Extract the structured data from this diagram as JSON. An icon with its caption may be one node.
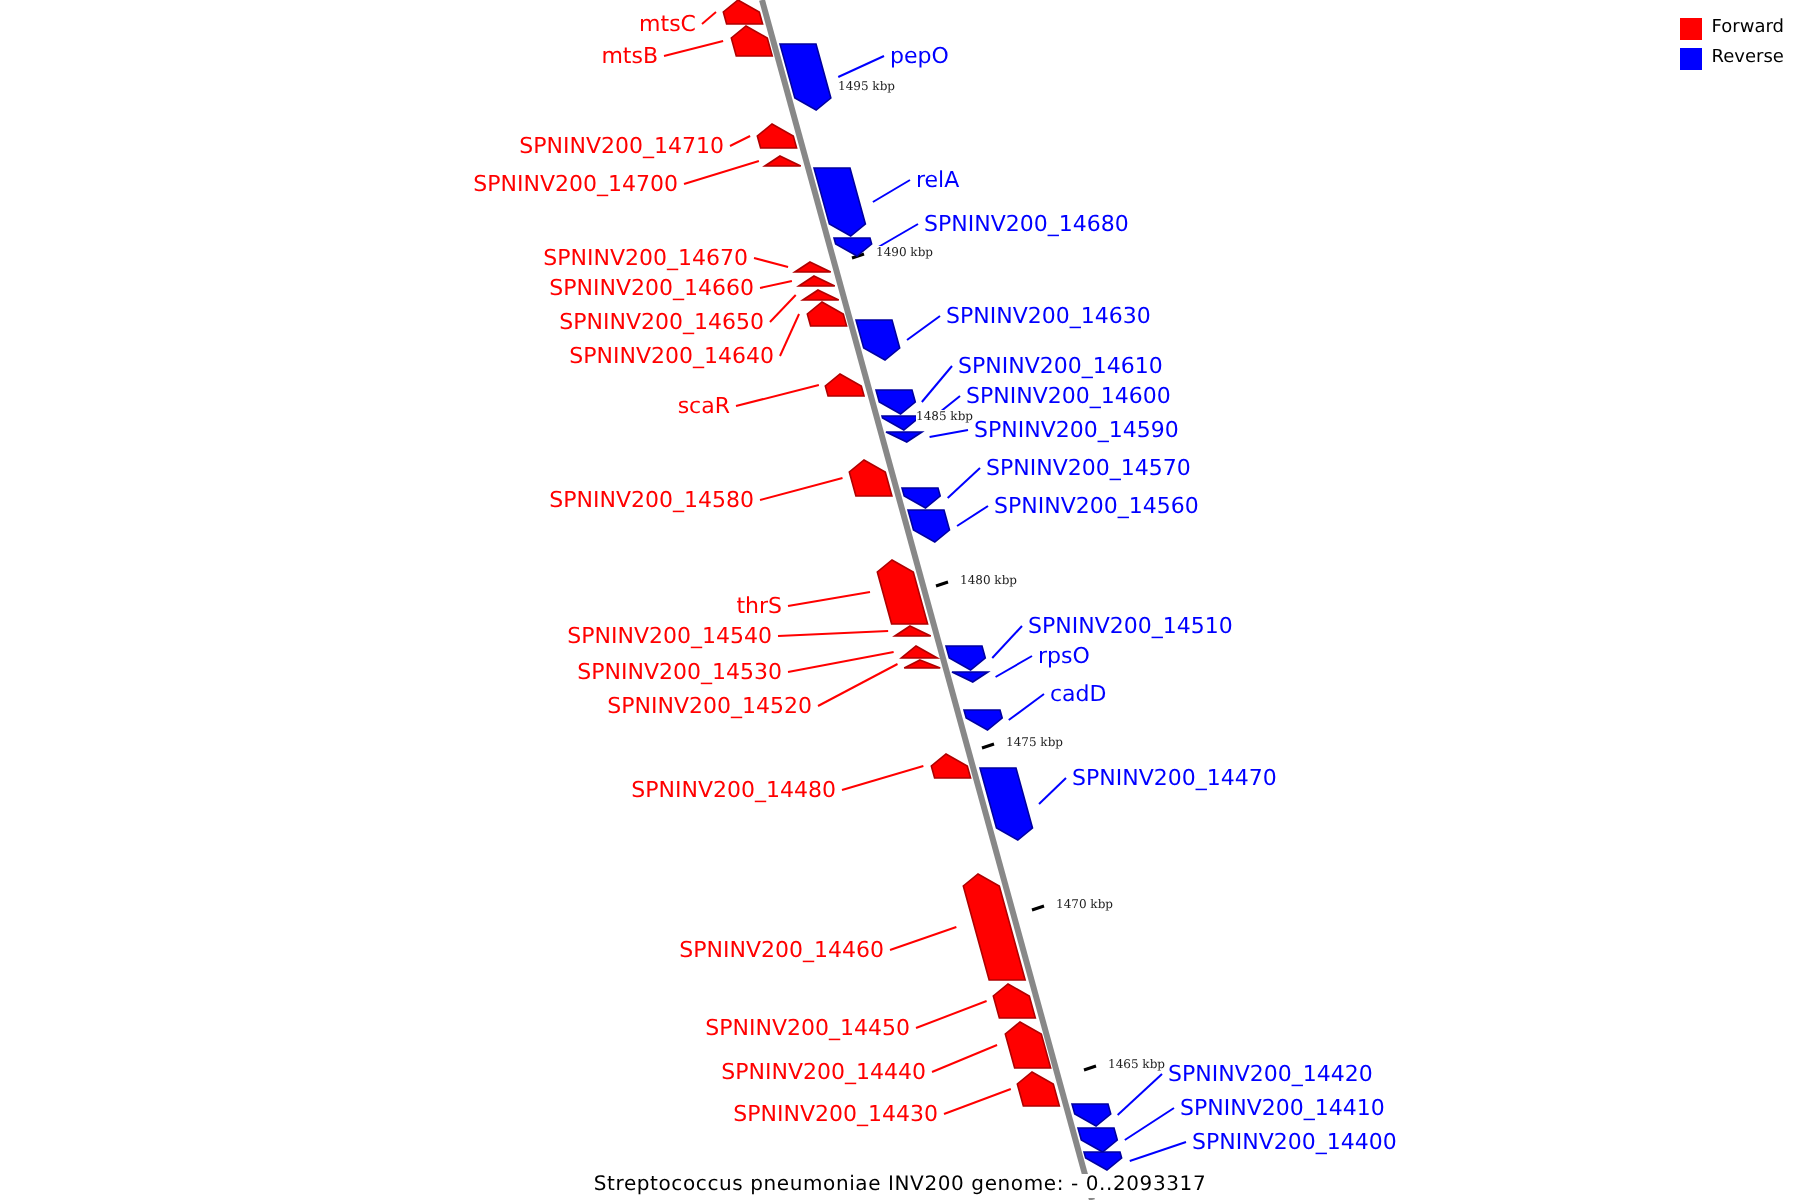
{
  "diagram": {
    "caption": "Streptococcus pneumoniae INV200 genome: - 0..2093317",
    "nodes": [
      {
        "text": [
          "mtsC"
        ]
      },
      {
        "text": [],
        "shape": "bar"
      },
      {
        "text": [
          "mtsB"
        ]
      },
      {
        "text": [],
        "shape": "bar"
      },
      {
        "text": [
          "pepO"
        ]
      },
      {
        "text": [],
        "shape": "bar"
      },
      {
        "text": [
          "SPNINV200_14710"
        ]
      },
      {
        "text": [],
        "shape": "bar"
      },
      {
        "text": [
          "SPNINV200_14700"
        ]
      },
      {
        "text": [],
        "shape": "bar"
      },
      {
        "text": [
          "relA"
        ]
      },
      {
        "text": [],
        "shape": "bar"
      },
      {
        "text": [
          "SPNINV200_14680"
        ]
      },
      {
        "text": [],
        "shape": "bar"
      },
      {
        "text": [
          "SPNINV200_14670"
        ]
      },
      {
        "text": [],
        "shape": "bar"
      },
      {
        "text": [
          "SPNINV200_14660"
        ]
      },
      {
        "text": [],
        "shape": "bar"
      },
      {
        "text": [
          "SPNINV200_14630"
        ]
      },
      {
        "text": [],
        "shape": "bar"
      },
      {
        "text": [
          "SPNINV200_14650"
        ]
      },
      {
        "text": [],
        "shape": "bar"
      },
      {
        "text": [
          "SPNINV200_14640"
        ]
      },
      {
        "text": [],
        "shape": "bar"
      },
      {
        "text": [
          "SPNINV200_14610"
        ]
      },
      {
        "text": [],
        "shape": "bar"
      },
      {
        "text": [
          "SPNINV200_14600"
        ]
      },
      {
        "text": [],
        "shape": "bar"
      },
      {
        "text": [
          "scaR"
        ]
      },
      {
        "text": [],
        "shape": "bar"
      },
      {
        "text": [
          "SPNINV200_14590"
        ]
      },
      {
        "text": [],
        "shape": "bar"
      },
      {
        "text": [
          "SPNINV200_14570"
        ]
      },
      {
        "text": [],
        "shape": "bar"
      },
      {
        "text": [
          "SPNINV200_14580"
        ]
      },
      {
        "text": [],
        "shape": "bar"
      },
      {
        "text": [
          "SPNINV200_14560"
        ]
      },
      {
        "text": [],
        "shape": "bar"
      },
      {
        "text": [
          "thrS"
        ]
      },
      {
        "text": [],
        "shape": "bar"
      },
      {
        "text": [
          "SPNINV200_14510"
        ]
      },
      {
        "text": [],
        "shape": "bar"
      },
      {
        "text": [
          "SPNINV200_14540"
        ]
      },
      {
        "text": [],
        "shape": "bar"
      },
      {
        "text": [
          "rpsO"
        ]
      },
      {
        "text": [],
        "shape": "bar"
      },
      {
        "text": [
          "SPNINV200_14530"
        ]
      },
      {
        "text": [],
        "shape": "bar"
      },
      {
        "text": [
          "cadD"
        ]
      },
      {
        "text": [],
        "shape": "bar"
      },
      {
        "text": [
          "SPNINV200_14520"
        ]
      },
      {
        "text": [],
        "shape": "bar"
      },
      {
        "text": [
          "SPNINV200_14470"
        ]
      },
      {
        "text": [],
        "shape": "bar"
      },
      {
        "text": [
          "SPNINV200_14480"
        ]
      },
      {
        "text": [],
        "shape": "bar"
      },
      {
        "text": [
          "SPNINV200_14460"
        ]
      },
      {
        "text": [],
        "shape": "bar"
      },
      {
        "text": [
          "SPNINV200_14450"
        ]
      },
      {
        "text": [],
        "shape": "bar"
      },
      {
        "text": [
          "SPNINV200_14440"
        ]
      },
      {
        "text": [],
        "shape": "bar"
      },
      {
        "text": [
          "SPNINV200_14420"
        ]
      },
      {
        "text": [],
        "shape": "bar"
      },
      {
        "text": [
          "SPNINV200_14410"
        ]
      },
      {
        "text": [],
        "shape": "bar"
      },
      {
        "text": [
          "SPNINV200_14430"
        ]
      },
      {
        "text": [],
        "shape": "bar"
      },
      {
        "text": [
          "SPNINV200_14400"
        ]
      },
      {
        "text": [],
        "shape": "bar"
      }
    ],
    "edges": [
      {
        "from": 0,
        "to": 1,
        "arrow": "none"
      },
      {
        "from": 2,
        "to": 3,
        "arrow": "none"
      },
      {
        "from": 4,
        "to": 5,
        "arrow": "none",
        "color": "#0000ff"
      },
      {
        "from": 6,
        "to": 7,
        "arrow": "none"
      },
      {
        "from": 8,
        "to": 9,
        "arrow": "none"
      },
      {
        "from": 10,
        "to": 11,
        "arrow": "none",
        "color": "#0000ff"
      },
      {
        "from": 12,
        "to": 13,
        "arrow": "none",
        "color": "#0000ff"
      },
      {
        "from": 14,
        "to": 15,
        "arrow": "none"
      },
      {
        "from": 16,
        "to": 17,
        "arrow": "none"
      },
      {
        "from": 18,
        "to": 19,
        "arrow": "none",
        "color": "#0000ff"
      },
      {
        "from": 20,
        "to": 21,
        "arrow": "none"
      },
      {
        "from": 22,
        "to": 23,
        "arrow": "none"
      },
      {
        "from": 24,
        "to": 25,
        "arrow": "none",
        "color": "#0000ff"
      },
      {
        "from": 26,
        "to": 27,
        "arrow": "none",
        "color": "#0000ff"
      },
      {
        "from": 28,
        "to": 29,
        "arrow": "none"
      },
      {
        "from": 30,
        "to": 31,
        "arrow": "none",
        "color": "#0000ff"
      },
      {
        "from": 32,
        "to": 33,
        "arrow": "none",
        "color": "#0000ff"
      },
      {
        "from": 34,
        "to": 35,
        "arrow": "none"
      },
      {
        "from": 36,
        "to": 37,
        "arrow": "none",
        "color": "#0000ff"
      },
      {
        "from": 38,
        "to": 39,
        "arrow": "none"
      },
      {
        "from": 40,
        "to": 41,
        "arrow": "none",
        "color": "#0000ff"
      },
      {
        "from": 42,
        "to": 43,
        "arrow": "none"
      },
      {
        "from": 44,
        "to": 45,
        "arrow": "none",
        "color": "#0000ff"
      },
      {
        "from": 46,
        "to": 47,
        "arrow": "none"
      },
      {
        "from": 48,
        "to": 49,
        "arrow": "none",
        "color": "#0000ff"
      },
      {
        "from": 50,
        "to": 51,
        "arrow": "none"
      },
      {
        "from": 52,
        "to": 53,
        "arrow": "none",
        "color": "#0000ff"
      },
      {
        "from": 54,
        "to": 55,
        "arrow": "none"
      },
      {
        "from": 56,
        "to": 57,
        "arrow": "none"
      },
      {
        "from": 58,
        "to": 59,
        "arrow": "none"
      },
      {
        "from": 60,
        "to": 61,
        "arrow": "none"
      },
      {
        "from": 62,
        "to": 63,
        "arrow": "none",
        "color": "#0000ff"
      },
      {
        "from": 64,
        "to": 65,
        "arrow": "none",
        "color": "#0000ff"
      },
      {
        "from": 66,
        "to": 67,
        "arrow": "none"
      },
      {
        "from": 68,
        "to": 69,
        "arrow": "none",
        "color": "#0000ff"
      }
    ],
    "labels": [
      "1495 kbp",
      "1490 kbp",
      "1485 kbp",
      "1480 kbp",
      "1475 kbp",
      "1470 kbp",
      "1465 kbp"
    ],
    "legend": [
      {
        "text": "Forward",
        "color": "#ff0000"
      },
      {
        "text": "Reverse",
        "color": "#0000ff"
      }
    ]
  }
}
